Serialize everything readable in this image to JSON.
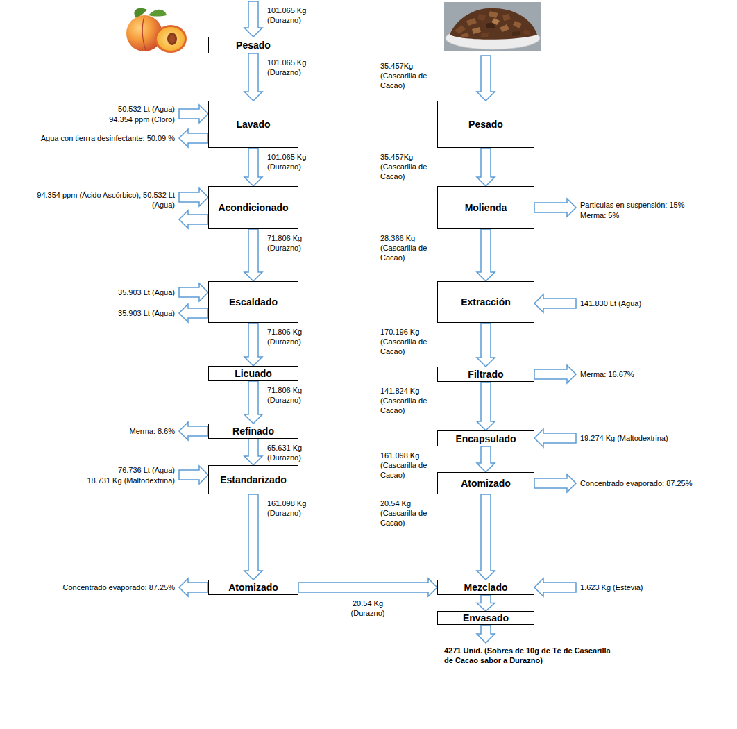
{
  "diagram": {
    "nodes": [
      {
        "text": [
          "Pesado"
        ]
      },
      {
        "text": [
          "Lavado"
        ]
      },
      {
        "text": [
          "Acondicionado"
        ]
      },
      {
        "text": [
          "Escaldado"
        ]
      },
      {
        "text": [
          "Licuado"
        ]
      },
      {
        "text": [
          "Refinado"
        ]
      },
      {
        "text": [
          "Estandarizado"
        ]
      },
      {
        "text": [
          "Atomizado"
        ]
      },
      {
        "text": [
          "Pesado"
        ]
      },
      {
        "text": [
          "Molienda"
        ]
      },
      {
        "text": [
          "Extracción"
        ]
      },
      {
        "text": [
          "Filtrado"
        ]
      },
      {
        "text": [
          "Encapsulado"
        ]
      },
      {
        "text": [
          "Atomizado"
        ]
      },
      {
        "text": [
          "Mezclado"
        ]
      },
      {
        "text": [
          "Envasado"
        ]
      }
    ],
    "edges": [
      {
        "from": 0,
        "to": 1,
        "label": "101.065 Kg (Durazno)",
        "arrow": "to"
      },
      {
        "from": 1,
        "to": 2,
        "label": "101.065 Kg (Durazno)",
        "arrow": "to"
      },
      {
        "from": 2,
        "to": 3,
        "label": "71.806 Kg (Durazno)",
        "arrow": "to"
      },
      {
        "from": 3,
        "to": 4,
        "label": "71.806 Kg (Durazno)",
        "arrow": "to"
      },
      {
        "from": 4,
        "to": 5,
        "label": "71.806 Kg (Durazno)",
        "arrow": "to"
      },
      {
        "from": 5,
        "to": 6,
        "label": "65.631 Kg (Durazno)",
        "arrow": "to"
      },
      {
        "from": 6,
        "to": 7,
        "label": "161.098 Kg (Durazno)",
        "arrow": "to"
      },
      {
        "from": 7,
        "to": 14,
        "label": "20.54 Kg (Durazno)",
        "arrow": "to"
      },
      {
        "from": 8,
        "to": 9,
        "label": "35.457Kg (Cascarilla de Cacao)",
        "arrow": "to"
      },
      {
        "from": 9,
        "to": 10,
        "label": "28.366 Kg (Cascarilla de Cacao)",
        "arrow": "to"
      },
      {
        "from": 10,
        "to": 11,
        "label": "170.196 Kg (Cascarilla de Cacao)",
        "arrow": "to"
      },
      {
        "from": 11,
        "to": 12,
        "label": "141.824 Kg (Cascarilla de Cacao)",
        "arrow": "to"
      },
      {
        "from": 12,
        "to": 13,
        "label": "161.098 Kg (Cascarilla de Cacao)",
        "arrow": "to"
      },
      {
        "from": 13,
        "to": 14,
        "label": "20.54 Kg (Cascarilla de Cacao)",
        "arrow": "to"
      },
      {
        "from": 14,
        "to": 15,
        "arrow": "to"
      }
    ],
    "labels": [
      "101.065 Kg (Durazno)",
      "35.457Kg (Cascarilla de Cacao)",
      "50.532 Lt (Agua)",
      "94.354 ppm (Cloro)",
      "Agua con tierrra desinfectante: 50.09 %",
      "94.354 ppm (Ácido Ascórbico), 50.532 Lt (Agua)",
      "35.903 Lt (Agua)",
      "35.903 Lt (Agua)",
      "Merma: 8.6%",
      "76.736 Lt (Agua)",
      "18.731 Kg (Maltodextrina)",
      "Concentrado evaporado: 87.25%",
      "Particulas en suspensión: 15%",
      "Merma: 5%",
      "141.830 Lt (Agua)",
      "Merma: 16.67%",
      "19.274 Kg (Maltodextrina)",
      "Concentrado evaporado: 87.25%",
      "1.623 Kg (Estevia)",
      "4271 Unid. (Sobres de 10g de Té de Cascarilla de Cacao sabor a Durazno)"
    ]
  }
}
